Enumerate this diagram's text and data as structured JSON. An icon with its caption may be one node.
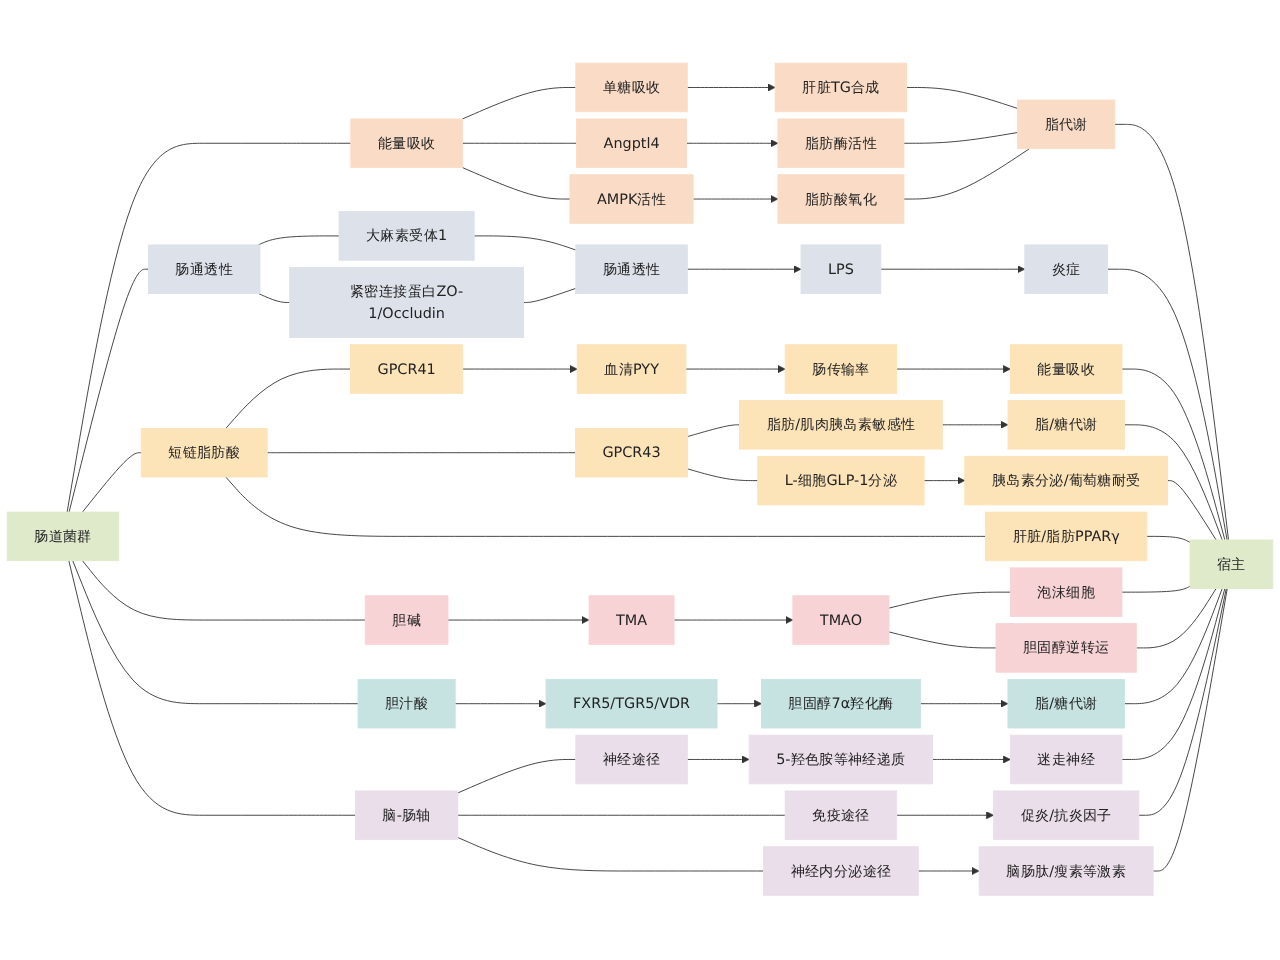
{
  "diagram": {
    "nodes": [
      {
        "text": [
          "肠道菌群"
        ]
      },
      {
        "text": [
          "能量吸收"
        ]
      },
      {
        "text": [
          "单糖吸收"
        ]
      },
      {
        "text": [
          "肝脏TG合成"
        ]
      },
      {
        "text": [
          "Angptl4"
        ]
      },
      {
        "text": [
          "脂肪酶活性"
        ]
      },
      {
        "text": [
          "AMPK活性"
        ]
      },
      {
        "text": [
          "脂肪酸氧化"
        ]
      },
      {
        "text": [
          "脂代谢"
        ]
      },
      {
        "text": [
          "肠通透性"
        ]
      },
      {
        "text": [
          "大麻素受体1"
        ]
      },
      {
        "text": [
          "紧密连接蛋白ZO-1/Occludin"
        ]
      },
      {
        "text": [
          "肠通透性"
        ]
      },
      {
        "text": [
          "LPS"
        ]
      },
      {
        "text": [
          "炎症"
        ]
      },
      {
        "text": [
          "短链脂肪酸"
        ]
      },
      {
        "text": [
          "GPCR41"
        ]
      },
      {
        "text": [
          "血清PYY"
        ]
      },
      {
        "text": [
          "肠传输率"
        ]
      },
      {
        "text": [
          "能量吸收"
        ]
      },
      {
        "text": [
          "GPCR43"
        ]
      },
      {
        "text": [
          "脂肪/肌肉胰岛素敏感性"
        ]
      },
      {
        "text": [
          "脂/糖代谢"
        ]
      },
      {
        "text": [
          "L-细胞GLP-1分泌"
        ]
      },
      {
        "text": [
          "胰岛素分泌/葡萄糖耐受"
        ]
      },
      {
        "text": [
          "肝脏/脂肪PPARγ"
        ]
      },
      {
        "text": [
          "胆碱"
        ]
      },
      {
        "text": [
          "TMA"
        ]
      },
      {
        "text": [
          "TMAO"
        ]
      },
      {
        "text": [
          "泡沫细胞"
        ]
      },
      {
        "text": [
          "胆固醇逆转运"
        ]
      },
      {
        "text": [
          "胆汁酸"
        ]
      },
      {
        "text": [
          "FXR5/TGR5/VDR"
        ]
      },
      {
        "text": [
          "胆固醇7α羟化酶"
        ]
      },
      {
        "text": [
          "脂/糖代谢"
        ]
      },
      {
        "text": [
          "脑-肠轴"
        ]
      },
      {
        "text": [
          "神经途径"
        ]
      },
      {
        "text": [
          "5-羟色胺等神经递质"
        ]
      },
      {
        "text": [
          "迷走神经"
        ]
      },
      {
        "text": [
          "免疫途径"
        ]
      },
      {
        "text": [
          "促炎/抗炎因子"
        ]
      },
      {
        "text": [
          "神经内分泌途径"
        ]
      },
      {
        "text": [
          "脑肠肽/瘦素等激素"
        ]
      },
      {
        "text": [
          "宿主"
        ]
      }
    ],
    "edges": [
      {
        "from": 0,
        "to": 1,
        "arrow": "none"
      },
      {
        "from": 0,
        "to": 9,
        "arrow": "none"
      },
      {
        "from": 0,
        "to": 15,
        "arrow": "none"
      },
      {
        "from": 0,
        "to": 26,
        "arrow": "none"
      },
      {
        "from": 0,
        "to": 31,
        "arrow": "none"
      },
      {
        "from": 0,
        "to": 35,
        "arrow": "none"
      },
      {
        "from": 1,
        "to": 2,
        "arrow": "none"
      },
      {
        "from": 1,
        "to": 4,
        "arrow": "none"
      },
      {
        "from": 1,
        "to": 6,
        "arrow": "none"
      },
      {
        "from": 2,
        "to": 3,
        "arrow": "to"
      },
      {
        "from": 4,
        "to": 5,
        "arrow": "to"
      },
      {
        "from": 6,
        "to": 7,
        "arrow": "to"
      },
      {
        "from": 3,
        "to": 8,
        "arrow": "none"
      },
      {
        "from": 5,
        "to": 8,
        "arrow": "none"
      },
      {
        "from": 7,
        "to": 8,
        "arrow": "none"
      },
      {
        "from": 9,
        "to": 10,
        "arrow": "none"
      },
      {
        "from": 9,
        "to": 11,
        "arrow": "none"
      },
      {
        "from": 10,
        "to": 12,
        "arrow": "none"
      },
      {
        "from": 11,
        "to": 12,
        "arrow": "none"
      },
      {
        "from": 12,
        "to": 13,
        "arrow": "to"
      },
      {
        "from": 13,
        "to": 14,
        "arrow": "to"
      },
      {
        "from": 15,
        "to": 16,
        "arrow": "none"
      },
      {
        "from": 15,
        "to": 20,
        "arrow": "none"
      },
      {
        "from": 15,
        "to": 25,
        "arrow": "none"
      },
      {
        "from": 16,
        "to": 17,
        "arrow": "to"
      },
      {
        "from": 17,
        "to": 18,
        "arrow": "to"
      },
      {
        "from": 18,
        "to": 19,
        "arrow": "to"
      },
      {
        "from": 20,
        "to": 21,
        "arrow": "none"
      },
      {
        "from": 20,
        "to": 23,
        "arrow": "none"
      },
      {
        "from": 21,
        "to": 22,
        "arrow": "to"
      },
      {
        "from": 23,
        "to": 24,
        "arrow": "to"
      },
      {
        "from": 26,
        "to": 27,
        "arrow": "to"
      },
      {
        "from": 27,
        "to": 28,
        "arrow": "to"
      },
      {
        "from": 28,
        "to": 29,
        "arrow": "none"
      },
      {
        "from": 28,
        "to": 30,
        "arrow": "none"
      },
      {
        "from": 31,
        "to": 32,
        "arrow": "to"
      },
      {
        "from": 32,
        "to": 33,
        "arrow": "to"
      },
      {
        "from": 33,
        "to": 34,
        "arrow": "to"
      },
      {
        "from": 35,
        "to": 36,
        "arrow": "none"
      },
      {
        "from": 35,
        "to": 39,
        "arrow": "none"
      },
      {
        "from": 35,
        "to": 41,
        "arrow": "none"
      },
      {
        "from": 36,
        "to": 37,
        "arrow": "to"
      },
      {
        "from": 37,
        "to": 38,
        "arrow": "to"
      },
      {
        "from": 39,
        "to": 40,
        "arrow": "to"
      },
      {
        "from": 41,
        "to": 42,
        "arrow": "to"
      },
      {
        "from": 8,
        "to": 43,
        "arrow": "none"
      },
      {
        "from": 14,
        "to": 43,
        "arrow": "none"
      },
      {
        "from": 19,
        "to": 43,
        "arrow": "none"
      },
      {
        "from": 22,
        "to": 43,
        "arrow": "none"
      },
      {
        "from": 24,
        "to": 43,
        "arrow": "none"
      },
      {
        "from": 25,
        "to": 43,
        "arrow": "none"
      },
      {
        "from": 29,
        "to": 43,
        "arrow": "none"
      },
      {
        "from": 30,
        "to": 43,
        "arrow": "none"
      },
      {
        "from": 34,
        "to": 43,
        "arrow": "none"
      },
      {
        "from": 38,
        "to": 43,
        "arrow": "none"
      },
      {
        "from": 40,
        "to": 43,
        "arrow": "none"
      },
      {
        "from": 42,
        "to": 43,
        "arrow": "none"
      }
    ]
  }
}
